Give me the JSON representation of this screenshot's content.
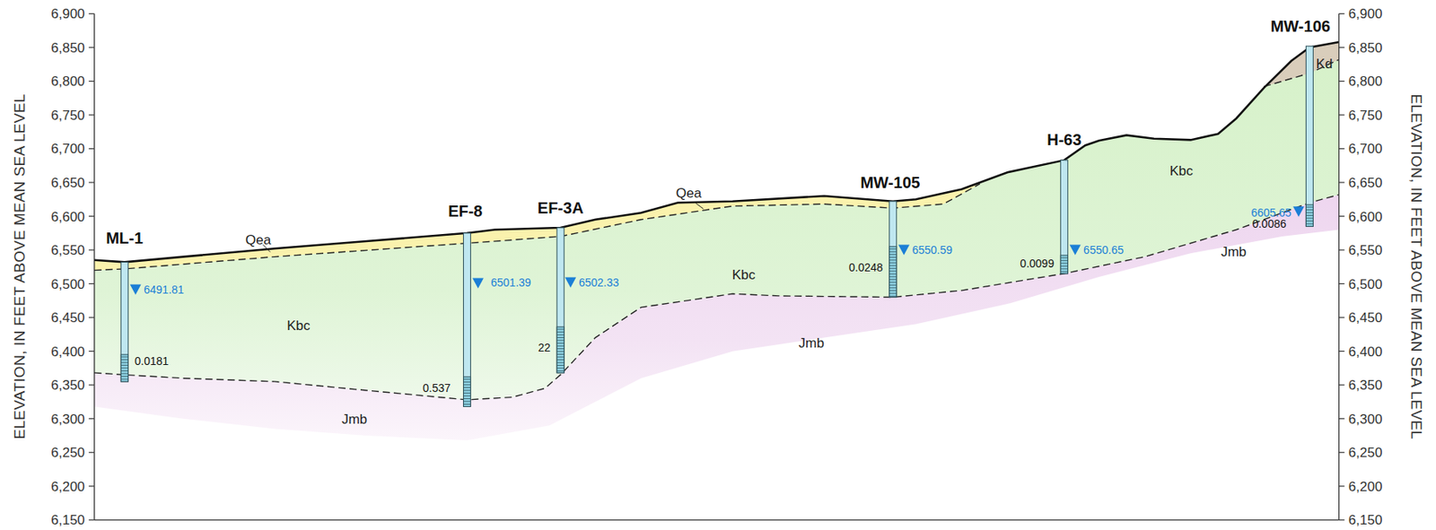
{
  "diagram": {
    "labels": [
      "6,900",
      "6,850",
      "6,800",
      "6,750",
      "6,700",
      "6,650",
      "6,600",
      "6,550",
      "6,500",
      "6,450",
      "6,400",
      "6,350",
      "6,300",
      "6,250",
      "6,200",
      "6,150",
      "6,900",
      "6,850",
      "6,800",
      "6,750",
      "6,700",
      "6,650",
      "6,600",
      "6,550",
      "6,500",
      "6,450",
      "6,400",
      "6,350",
      "6,300",
      "6,250",
      "6,200",
      "6,150",
      "ELEVATION, IN FEET ABOVE MEAN SEA LEVEL",
      "ELEVATION, IN FEET ABOVE MEAN SEA LEVEL",
      "ML-1",
      "EF-8",
      "EF-3A",
      "MW-105",
      "H-63",
      "MW-106",
      "6491.81",
      "6501.39",
      "6502.33",
      "6550.59",
      "6550.65",
      "6605.65",
      "0.0181",
      "0.537",
      "22",
      "0.0248",
      "0.0099",
      "0.0086",
      "Qea",
      "Qea",
      "Kbc",
      "Kbc",
      "Kbc",
      "Jmb",
      "Jmb",
      "Jmb",
      "Kd"
    ]
  }
}
